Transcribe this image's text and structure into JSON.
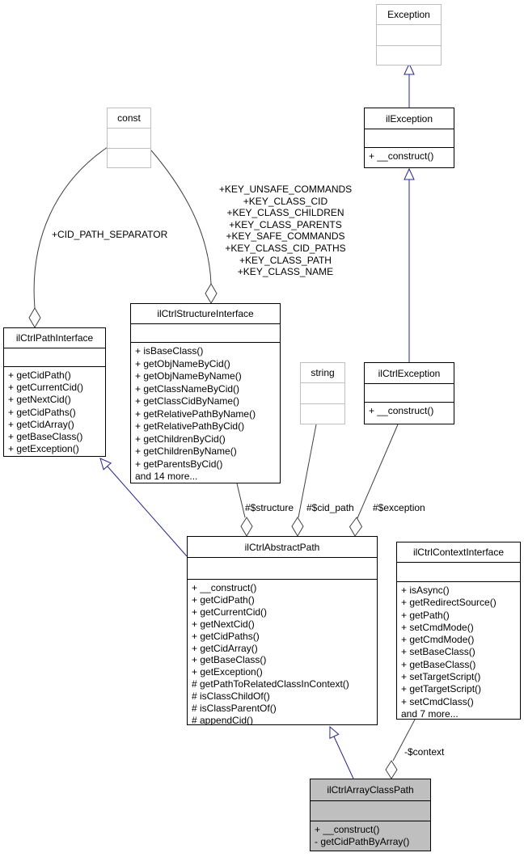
{
  "classes": {
    "exception": {
      "name": "Exception",
      "methods": []
    },
    "il_exception": {
      "name": "ilException",
      "methods": [
        "+ __construct()"
      ]
    },
    "const": {
      "name": "const",
      "methods": []
    },
    "path_interface": {
      "name": "ilCtrlPathInterface",
      "methods": [
        "+ getCidPath()",
        "+ getCurrentCid()",
        "+ getNextCid()",
        "+ getCidPaths()",
        "+ getCidArray()",
        "+ getBaseClass()",
        "+ getException()"
      ]
    },
    "structure_interface": {
      "name": "ilCtrlStructureInterface",
      "methods": [
        "+ isBaseClass()",
        "+ getObjNameByCid()",
        "+ getObjNameByName()",
        "+ getClassNameByCid()",
        "+ getClassCidByName()",
        "+ getRelativePathByName()",
        "+ getRelativePathByCid()",
        "+ getChildrenByCid()",
        "+ getChildrenByName()",
        "+ getParentsByCid()",
        "and 14 more..."
      ]
    },
    "string": {
      "name": "string",
      "methods": []
    },
    "ctrl_exception": {
      "name": "ilCtrlException",
      "methods": [
        "+ __construct()"
      ]
    },
    "abstract_path": {
      "name": "ilCtrlAbstractPath",
      "methods": [
        "+ __construct()",
        "+ getCidPath()",
        "+ getCurrentCid()",
        "+ getNextCid()",
        "+ getCidPaths()",
        "+ getCidArray()",
        "+ getBaseClass()",
        "+ getException()",
        "# getPathToRelatedClassInContext()",
        "# isClassChildOf()",
        "# isClassParentOf()",
        "# appendCid()"
      ]
    },
    "context_interface": {
      "name": "ilCtrlContextInterface",
      "methods": [
        "+ isAsync()",
        "+ getRedirectSource()",
        "+ getPath()",
        "+ setCmdMode()",
        "+ getCmdMode()",
        "+ setBaseClass()",
        "+ getBaseClass()",
        "+ setTargetScript()",
        "+ getTargetScript()",
        "+ setCmdClass()",
        "and 7 more..."
      ]
    },
    "array_class_path": {
      "name": "ilCtrlArrayClassPath",
      "methods": [
        "+ __construct()",
        "- getCidPathByArray()"
      ]
    }
  },
  "edge_labels": {
    "cid_path_separator": "+CID_PATH_SEPARATOR",
    "const_keys": [
      "+KEY_UNSAFE_COMMANDS",
      "+KEY_CLASS_CID",
      "+KEY_CLASS_CHILDREN",
      "+KEY_CLASS_PARENTS",
      "+KEY_SAFE_COMMANDS",
      "+KEY_CLASS_CID_PATHS",
      "+KEY_CLASS_PATH",
      "+KEY_CLASS_NAME"
    ],
    "structure": "#$structure",
    "cid_path": "#$cid_path",
    "exception": "#$exception",
    "context": "-$context"
  },
  "colors": {
    "inheritance_edge": "#24249c",
    "usage_edge": "#404040",
    "external_border": "#bfbfbf",
    "current_class_fill": "#bfbfbf"
  }
}
